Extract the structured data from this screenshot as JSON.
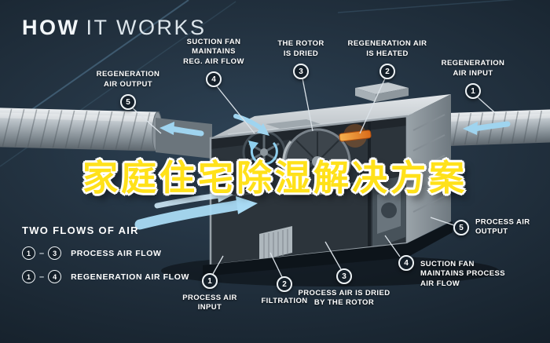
{
  "title": {
    "word_bold": "HOW",
    "word_light": "IT WORKS"
  },
  "overlay": {
    "headline": "家庭住宅除湿解决方案"
  },
  "legend": {
    "title": "TWO FLOWS OF AIR",
    "rows": [
      {
        "start": "1",
        "sep": "–",
        "end": "3",
        "label": "PROCESS AIR FLOW"
      },
      {
        "start": "1",
        "sep": "–",
        "end": "4",
        "label": "REGENERATION AIR FLOW"
      }
    ]
  },
  "callouts": [
    {
      "num": "5",
      "label": "REGENERATION\nAIR OUTPUT"
    },
    {
      "num": "4",
      "label": "SUCTION FAN\nMAINTAINS\nREG. AIR FLOW"
    },
    {
      "num": "3",
      "label": "THE ROTOR\nIS DRIED"
    },
    {
      "num": "2",
      "label": "REGENERATION AIR\nIS HEATED"
    },
    {
      "num": "1",
      "label": "REGENERATION\nAIR INPUT"
    },
    {
      "num": "5",
      "label": "PROCESS AIR\nOUTPUT"
    },
    {
      "num": "4",
      "label": "SUCTION FAN\nMAINTAINS PROCESS\nAIR FLOW"
    },
    {
      "num": "3",
      "label": "PROCESS AIR IS DRIED\nBY THE ROTOR"
    },
    {
      "num": "2",
      "label": "FILTRATION"
    },
    {
      "num": "1",
      "label": "PROCESS AIR\nINPUT"
    }
  ],
  "colors": {
    "background": "#1c2c3a",
    "accent_blue": "#9fd4ef",
    "headline_yellow": "#ffe11a",
    "label_white": "#ffffff"
  }
}
